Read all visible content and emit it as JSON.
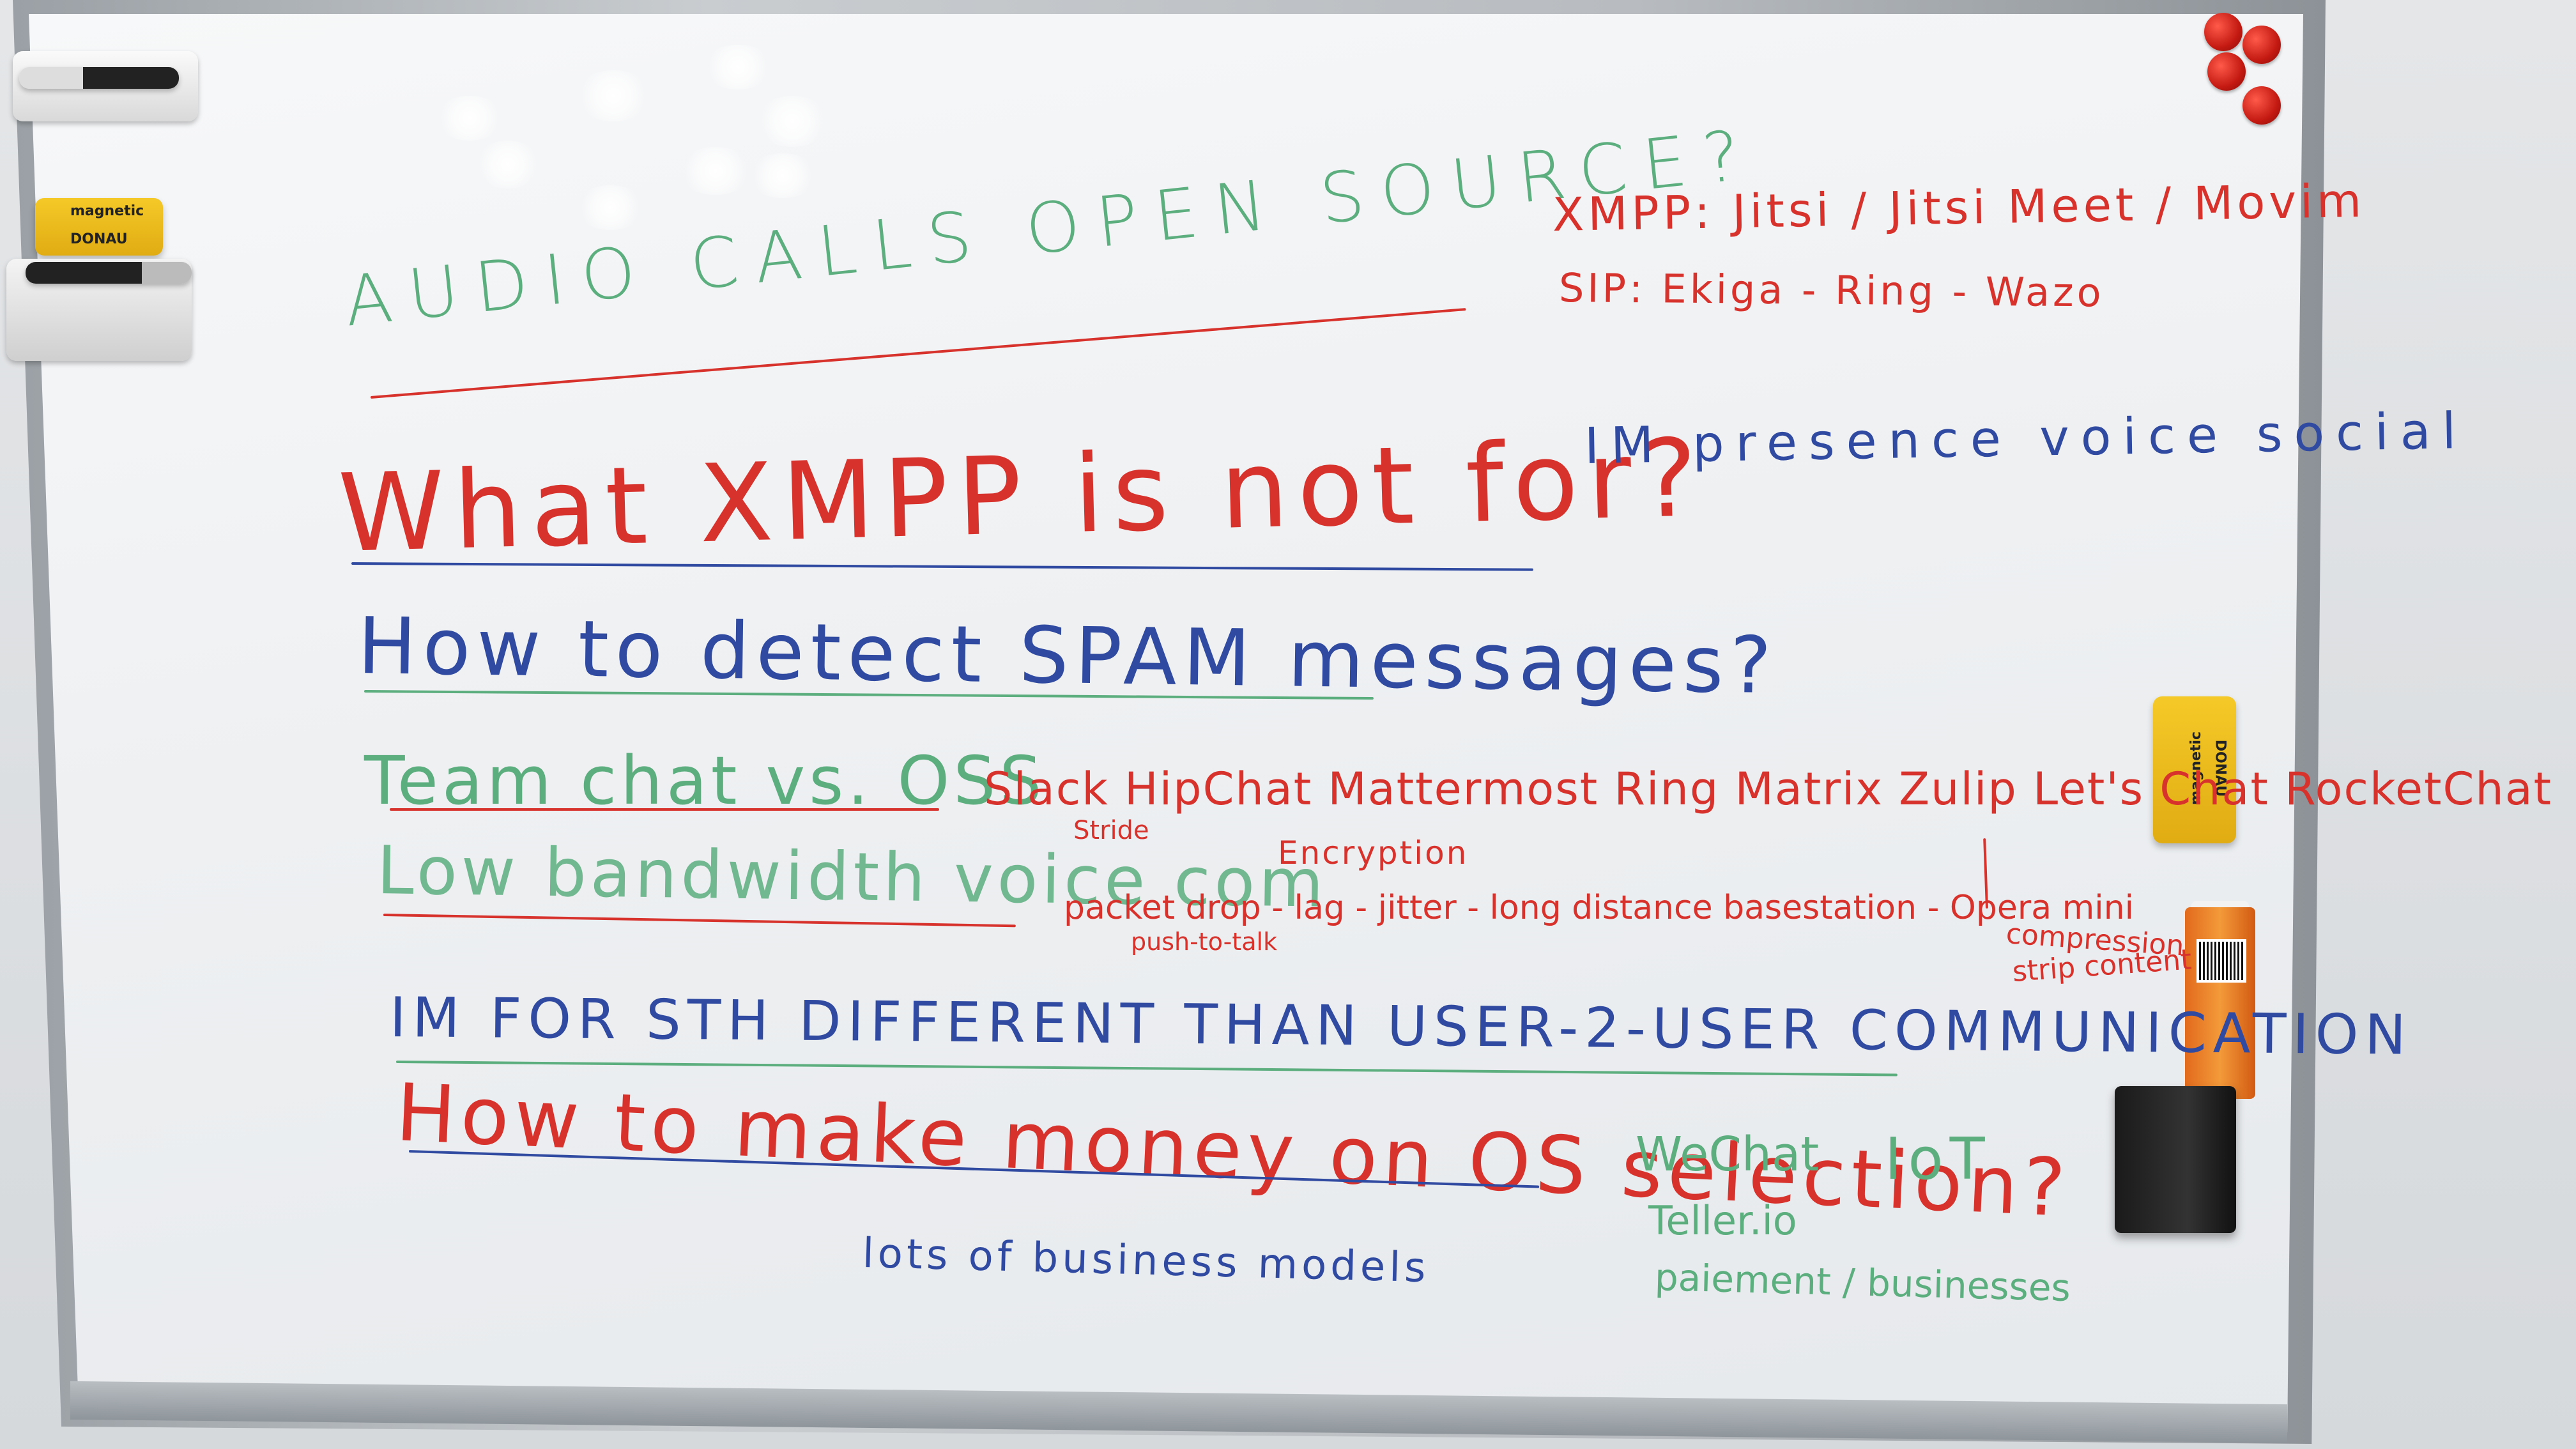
{
  "whiteboard": {
    "top_right": {
      "xmpp_line": "XMPP: Jitsi / Jitsi Meet / Movim",
      "sip_line": "SIP: Ekiga - Ring - Wazo"
    },
    "audio_calls": "AUDIO CALLS OPEN SOURCE?",
    "what_xmpp": "What XMPP is not for?",
    "im_features": "IM presence voice social",
    "spam": "How to detect SPAM messages?",
    "team_chat": "Team chat vs. OSS",
    "team_chat_tools": "Slack HipChat Mattermost Ring Matrix Zulip Let's Chat RocketChat",
    "stride": "Stride",
    "encryption": "Encryption",
    "low_bandwidth": "Low bandwidth voice com",
    "packet_line": "packet drop - lag - jitter - long distance basestation - Opera mini",
    "push_to_talk": "push-to-talk",
    "compression": "compression",
    "strip_content": "strip content",
    "im_for_sth": "IM FOR STH DIFFERENT THAN USER-2-USER COMMUNICATION",
    "money": "How to make money on OS selection?",
    "business_models": "lots of business models",
    "wechat": "WeChat",
    "iot": "IoT",
    "teller": "Teller.io",
    "payment": "paiement / businesses"
  },
  "objects": {
    "eraser_brand": "magnetic",
    "eraser_maker": "DONAU",
    "side_eraser_brand": "magnetic",
    "side_eraser_maker": "DONAU"
  },
  "colors": {
    "red_ink": "#d8322d",
    "blue_ink": "#2f4aa0",
    "green_ink": "#5cae7f",
    "eraser_yellow": "#f5c928",
    "magnet_red": "#c41a12"
  }
}
